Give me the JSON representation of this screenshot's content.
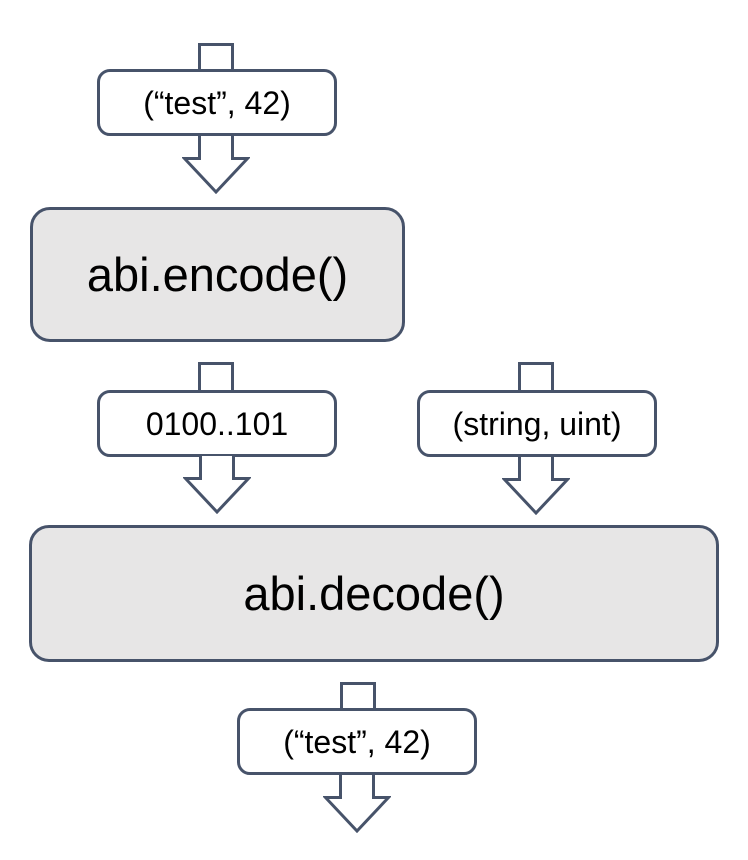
{
  "diagram": {
    "nodes": {
      "input": {
        "label": "(“test”, 42)"
      },
      "encode": {
        "label": "abi.encode()"
      },
      "encoded": {
        "label": "0100..101"
      },
      "types": {
        "label": "(string, uint)"
      },
      "decode": {
        "label": "abi.decode()"
      },
      "output": {
        "label": "(“test”, 42)"
      }
    },
    "colors": {
      "stroke": "#47536a",
      "process_fill": "#e7e6e6",
      "value_fill": "#ffffff",
      "text": "#000000",
      "background": "#ffffff"
    }
  }
}
